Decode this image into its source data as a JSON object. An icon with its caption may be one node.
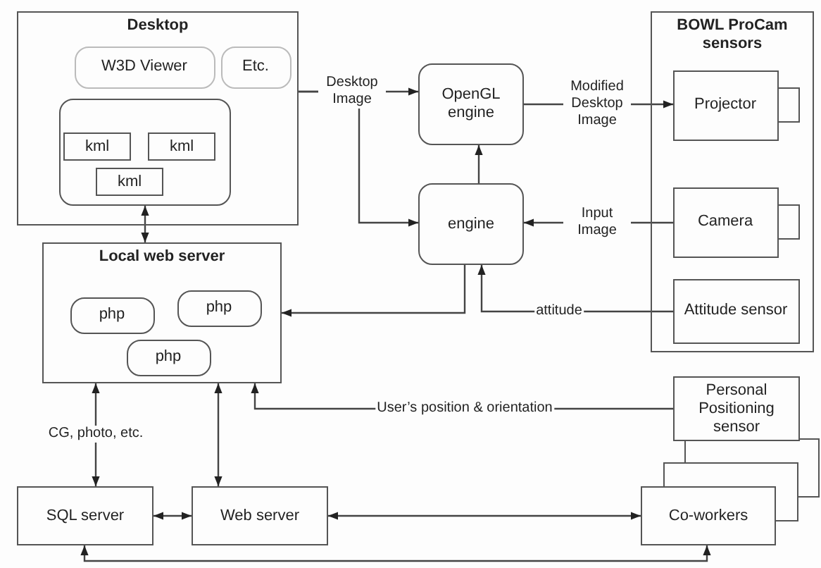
{
  "diagram": {
    "nodes": [
      {
        "text": [
          "Desktop"
        ]
      },
      {
        "text": [
          "W3D Viewer"
        ],
        "in": 0
      },
      {
        "text": [
          "Etc."
        ],
        "in": 0
      },
      {
        "text": [],
        "shape": "box",
        "in": 0
      },
      {
        "text": [
          "kml"
        ],
        "in": 3
      },
      {
        "text": [
          "kml"
        ],
        "in": 3
      },
      {
        "text": [
          "kml"
        ],
        "in": 3
      },
      {
        "text": [
          "OpenGL engine"
        ]
      },
      {
        "text": [
          "engine"
        ]
      },
      {
        "text": [
          "BOWL ProCam sensors"
        ]
      },
      {
        "text": [
          "Projector"
        ],
        "in": 9
      },
      {
        "text": [
          "Camera"
        ],
        "in": 9
      },
      {
        "text": [
          "Attitude sensor"
        ],
        "in": 9
      },
      {
        "text": [
          "Local web server"
        ]
      },
      {
        "text": [
          "php"
        ],
        "in": 13
      },
      {
        "text": [
          "php"
        ],
        "in": 13
      },
      {
        "text": [
          "php"
        ],
        "in": 13
      },
      {
        "text": [
          "Personal Positioning sensor"
        ]
      },
      {
        "text": [
          "SQL server"
        ]
      },
      {
        "text": [
          "Web server"
        ]
      },
      {
        "text": [
          "Co-workers"
        ]
      }
    ],
    "edges": [
      {
        "from": 3,
        "to": 13,
        "arrow": "both"
      },
      {
        "from": 0,
        "to": 7,
        "arrow": "to",
        "label": "Desktop Image"
      },
      {
        "from": 0,
        "to": 8,
        "arrow": "to"
      },
      {
        "from": 7,
        "to": 10,
        "arrow": "to",
        "label": "Modified Desktop Image"
      },
      {
        "from": 8,
        "to": 7,
        "arrow": "to"
      },
      {
        "from": 11,
        "to": 8,
        "arrow": "to",
        "label": "Input Image"
      },
      {
        "from": 8,
        "to": 13,
        "arrow": "to"
      },
      {
        "from": 12,
        "to": 8,
        "arrow": "to",
        "label": "attitude"
      },
      {
        "from": 17,
        "to": 13,
        "arrow": "to",
        "label": "User’s position & orientation"
      },
      {
        "from": 13,
        "to": 18,
        "arrow": "both",
        "label": "CG, photo, etc."
      },
      {
        "from": 13,
        "to": 19,
        "arrow": "both"
      },
      {
        "from": 18,
        "to": 19,
        "arrow": "both"
      },
      {
        "from": 19,
        "to": 20,
        "arrow": "both"
      },
      {
        "from": 18,
        "to": 20,
        "arrow": "both"
      }
    ]
  }
}
